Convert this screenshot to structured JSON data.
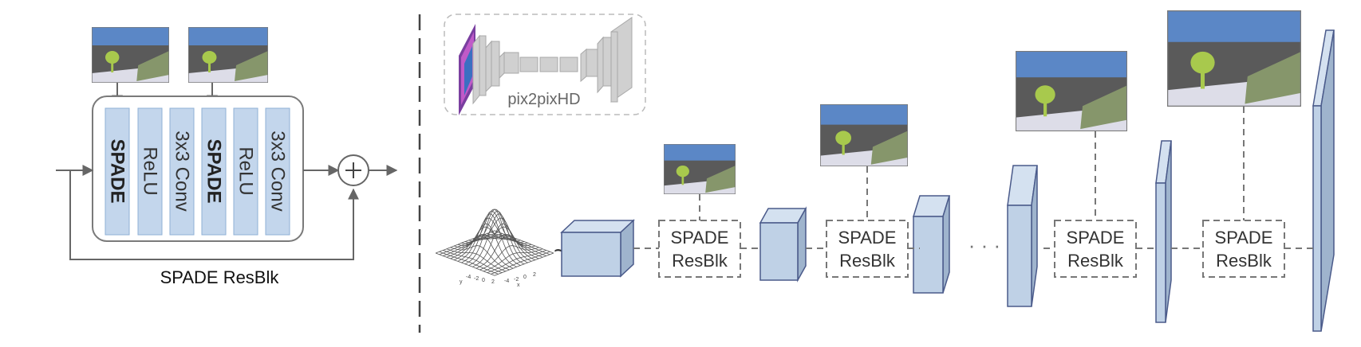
{
  "resblk": {
    "layers": [
      "SPADE",
      "ReLU",
      "3x3 Conv",
      "SPADE",
      "ReLU",
      "3x3 Conv"
    ],
    "caption": "SPADE ResBlk",
    "plus_symbol": "+"
  },
  "generator": {
    "inset_label": "pix2pixHD",
    "tilde": "~",
    "dots": "· · ·",
    "blocks": [
      {
        "line1": "SPADE",
        "line2": "ResBlk"
      },
      {
        "line1": "SPADE",
        "line2": "ResBlk"
      },
      {
        "line1": "SPADE",
        "line2": "ResBlk"
      },
      {
        "line1": "SPADE",
        "line2": "ResBlk"
      }
    ],
    "noise_ticks": [
      "-4",
      "-2",
      "0",
      "2",
      "-4",
      "-2",
      "0",
      "2"
    ],
    "noise_axes": [
      "y",
      "x"
    ]
  },
  "colors": {
    "layer_fill": "#c3d6ec",
    "layer_stroke": "#8fb0d6",
    "feature_front": "#bfd1e6",
    "feature_side": "#9fb4cd",
    "sky": "#5b87c6",
    "ground": "#dddde8",
    "mountain": "#5a5a5a",
    "grass": "#86966b",
    "tree": "#a8c94d",
    "arrow": "#666666"
  },
  "icons": [
    "segmentation-map-icon",
    "gaussian-noise-surface-icon",
    "plus-circle-icon",
    "network-thumbnail-icon"
  ]
}
